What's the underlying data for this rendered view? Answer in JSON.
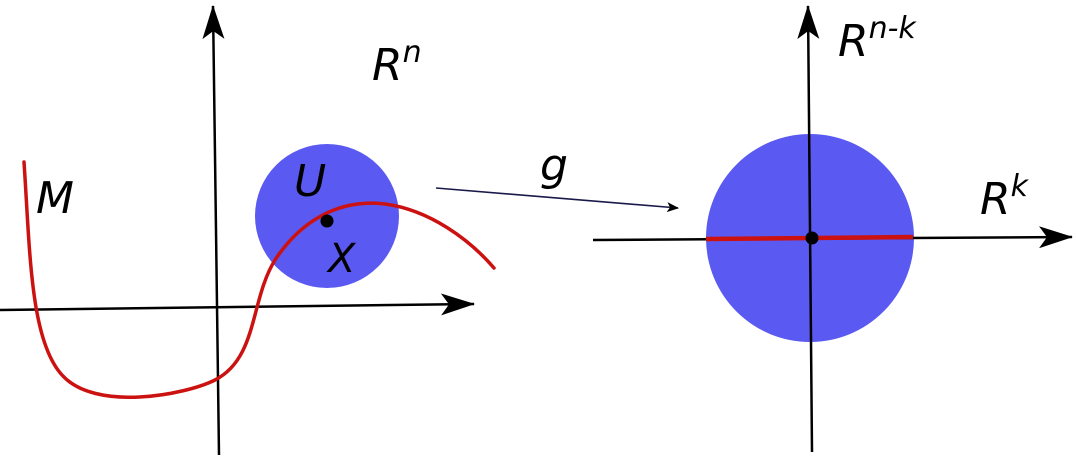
{
  "labels": {
    "manifold": "M",
    "neighborhood": "U",
    "point": "X",
    "map": "g",
    "space_left_base": "R",
    "space_left_exp": "n",
    "space_right_vertical_base": "R",
    "space_right_vertical_exp": "n-k",
    "space_right_horizontal_base": "R",
    "space_right_horizontal_exp": "k"
  },
  "colors": {
    "axis": "#000000",
    "neighborhood_fill": "#5a5af2",
    "curve": "#cc1111",
    "map_arrow": "#1a1a4a",
    "point": "#000000"
  }
}
